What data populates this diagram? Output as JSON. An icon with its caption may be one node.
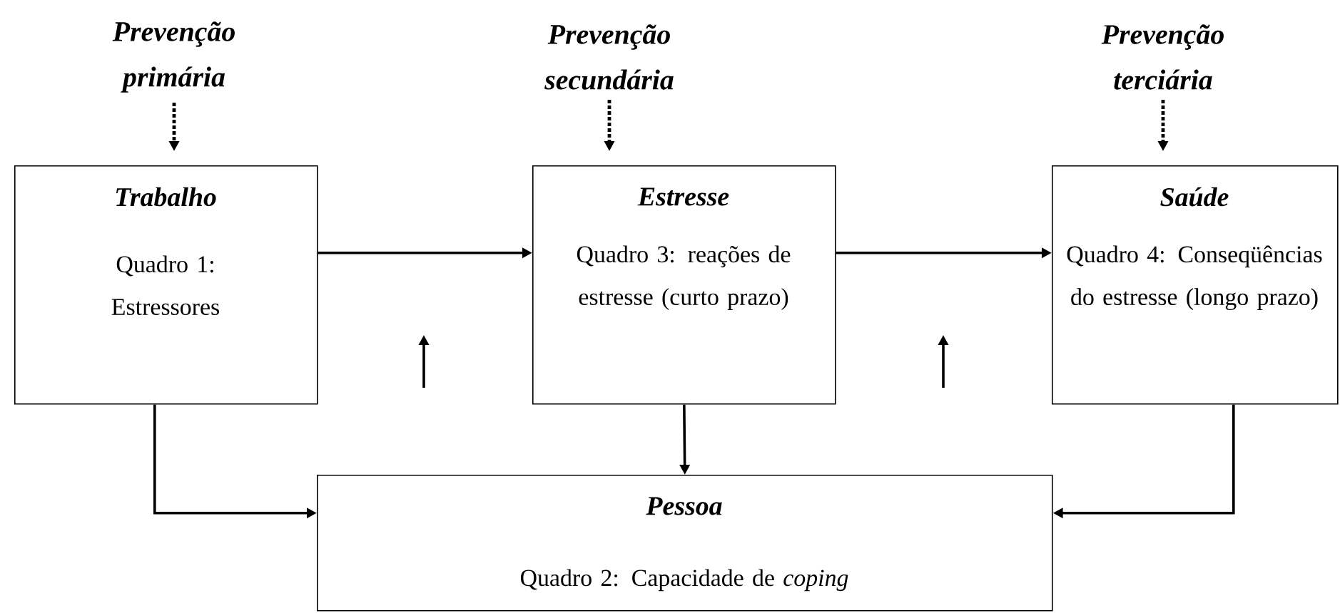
{
  "diagram": {
    "nodes": [
      {
        "text": [
          "Prevenção primária"
        ]
      },
      {
        "text": [
          "Prevenção secundária"
        ]
      },
      {
        "text": [
          "Prevenção terciária"
        ]
      },
      {
        "text": [
          "Trabalho",
          "Quadro 1: Estressores"
        ]
      },
      {
        "text": [
          "Estresse",
          "Quadro 3: reações de estresse (curto prazo)"
        ]
      },
      {
        "text": [
          "Saúde",
          "Quadro 4: Conseqüências do estresse (longo prazo)"
        ]
      },
      {
        "text": [
          "Pessoa",
          "Quadro 2: Capacidade de *coping*"
        ]
      }
    ],
    "edges": [
      {
        "from": 0,
        "to": 3,
        "arrow": "to",
        "style": "dashed"
      },
      {
        "from": 1,
        "to": 4,
        "arrow": "to",
        "style": "dashed"
      },
      {
        "from": 2,
        "to": 5,
        "arrow": "to",
        "style": "dashed"
      },
      {
        "from": 3,
        "to": 4,
        "arrow": "to"
      },
      {
        "from": 4,
        "to": 5,
        "arrow": "to"
      },
      {
        "from": 4,
        "to": 6,
        "arrow": "to"
      },
      {
        "from": 3,
        "to": 6,
        "arrow": "to"
      },
      {
        "from": 5,
        "to": 6,
        "arrow": "to"
      }
    ]
  }
}
